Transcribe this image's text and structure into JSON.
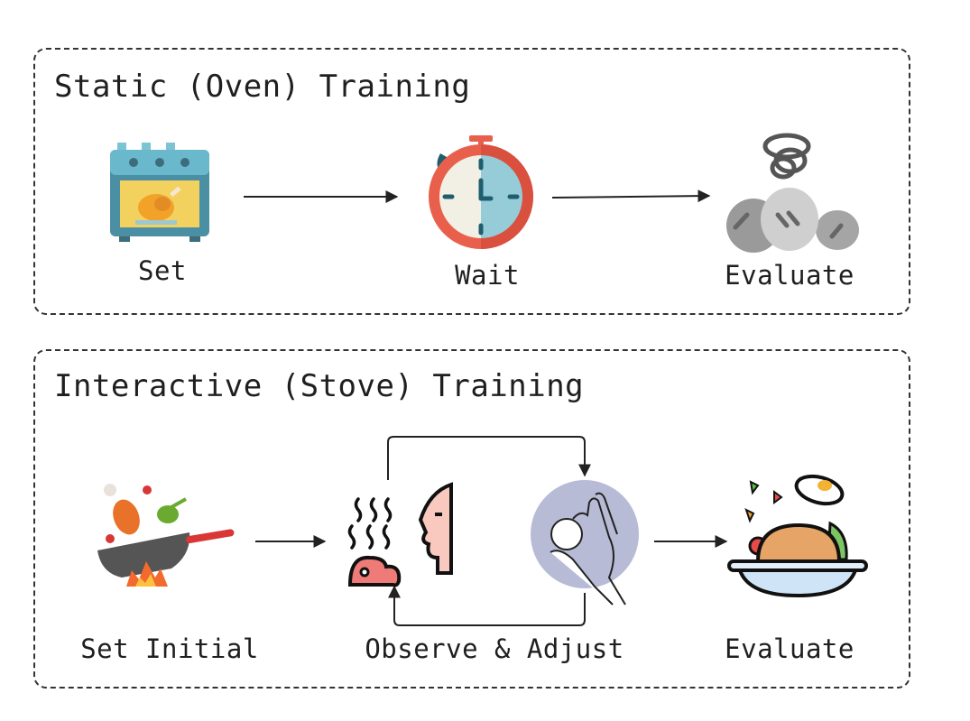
{
  "static_panel": {
    "title": "Static (Oven) Training",
    "steps": [
      {
        "label": "Set",
        "icon": "oven-icon"
      },
      {
        "label": "Wait",
        "icon": "stopwatch-icon"
      },
      {
        "label": "Evaluate",
        "icon": "burnt-food-icon"
      }
    ]
  },
  "interactive_panel": {
    "title": "Interactive (Stove) Training",
    "steps": [
      {
        "label": "Set Initial",
        "icon": "wok-icon"
      },
      {
        "label": "Observe & Adjust",
        "icon": "smell-and-hand-icon"
      },
      {
        "label": "Evaluate",
        "icon": "food-bowl-icon"
      }
    ]
  },
  "colors": {
    "border": "#333333",
    "stopwatch": "#e8604c",
    "oven": "#5fb3c9",
    "hand_bg": "#b8bbd6"
  }
}
